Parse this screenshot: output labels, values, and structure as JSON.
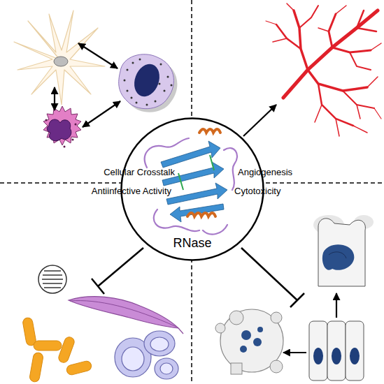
{
  "diagram": {
    "nodes": [
      {
        "text": [
          "RNase"
        ]
      }
    ],
    "labels": [
      "Cellular Crosstalk",
      "Angiogenesis",
      "Antiinfective Activity",
      "Cytotoxicity"
    ]
  }
}
